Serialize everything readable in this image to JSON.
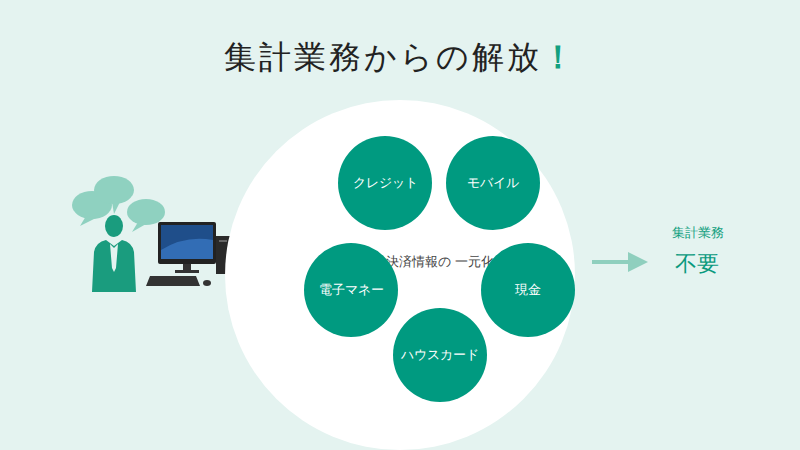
{
  "diagram": {
    "title": "集計業務からの解放！",
    "nodes": [
      {
        "text": [
          "決済情報の 一元化"
        ]
      },
      {
        "text": [
          "クレジット"
        ],
        "in": 0
      },
      {
        "text": [
          "モバイル"
        ],
        "in": 0
      },
      {
        "text": [
          "電子マネー"
        ],
        "in": 0
      },
      {
        "text": [
          "現金"
        ],
        "in": 0
      },
      {
        "text": [
          "ハウスカード"
        ],
        "in": 0
      }
    ],
    "labels": [
      "集計業務",
      "不要"
    ]
  }
}
